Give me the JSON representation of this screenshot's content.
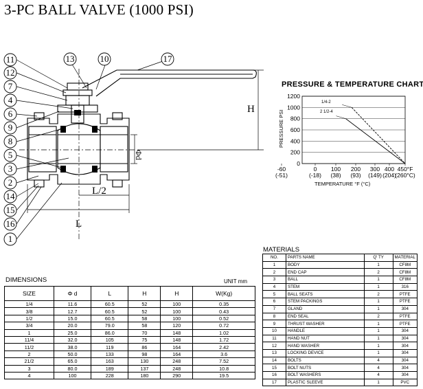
{
  "title": "3-PC BALL VALVE  (1000 PSI)",
  "drawing": {
    "callouts": [
      "11",
      "12",
      "7",
      "4",
      "6",
      "9",
      "8",
      "5",
      "3",
      "2",
      "14",
      "15",
      "16",
      "1",
      "13",
      "10",
      "17"
    ],
    "dim_H": "H",
    "dim_L": "L",
    "dim_L2": "L/2",
    "dim_d": "Φd"
  },
  "chart": {
    "title": "PRESSURE & TEMPERATURE CHART",
    "ylabel": "PRESSURE PSI",
    "xlabel": "TEMPERATURE °F (°C)",
    "yticks": [
      "1200",
      "1000",
      "800",
      "600",
      "400",
      "200",
      "0"
    ],
    "xticks_f": [
      "-60",
      "0",
      "100",
      "200",
      "300",
      "400",
      "450°F"
    ],
    "xticks_c": [
      "(-51)",
      "(-18)",
      "(38)",
      "(93)",
      "(149)",
      "(204)",
      "(260°C)"
    ],
    "line1_label": "1/4-2",
    "line2_label": "2 1/2-4"
  },
  "chart_data": {
    "type": "line",
    "title": "PRESSURE & TEMPERATURE CHART",
    "xlabel": "TEMPERATURE °F (°C)",
    "ylabel": "PRESSURE PSI",
    "xlim": [
      -60,
      450
    ],
    "ylim": [
      0,
      1200
    ],
    "series": [
      {
        "name": "1/4-2",
        "x": [
          180,
          450
        ],
        "y": [
          1000,
          0
        ]
      },
      {
        "name": "2 1/2-4",
        "x": [
          150,
          450
        ],
        "y": [
          800,
          0
        ]
      }
    ]
  },
  "dimensions": {
    "title": "DIMENSIONS",
    "unit": "UNIT mm",
    "headers": [
      "SIZE",
      "Φ d",
      "L",
      "H",
      "H",
      "W(Kg)"
    ],
    "rows": [
      [
        "1/4",
        "11.6",
        "60.5",
        "52",
        "100",
        "0.35"
      ],
      [
        "3/8",
        "12.7",
        "60.5",
        "52",
        "100",
        "0.43"
      ],
      [
        "1/2",
        "15.0",
        "60.5",
        "58",
        "100",
        "0.52"
      ],
      [
        "3/4",
        "20.0",
        "79.0",
        "58",
        "120",
        "0.72"
      ],
      [
        "1",
        "25.0",
        "86.0",
        "70",
        "148",
        "1.02"
      ],
      [
        "11/4",
        "32.0",
        "105",
        "75",
        "148",
        "1.72"
      ],
      [
        "11/2",
        "38.0",
        "119",
        "86",
        "164",
        "2.42"
      ],
      [
        "2",
        "50.0",
        "133",
        "98",
        "164",
        "3.6"
      ],
      [
        "21/2",
        "65.0",
        "163",
        "130",
        "248",
        "7.52"
      ],
      [
        "3",
        "80.0",
        "189",
        "137",
        "248",
        "10.8"
      ],
      [
        "4",
        "100",
        "228",
        "180",
        "290",
        "19.5"
      ]
    ]
  },
  "materials": {
    "title": "MATERIALS",
    "headers": [
      "NO.",
      "PARTS NAME",
      "Q' TY",
      "MATERIAL"
    ],
    "rows": [
      [
        "1",
        "BODY",
        "1",
        "CF8M"
      ],
      [
        "2",
        "END CAP",
        "2",
        "CF8M"
      ],
      [
        "3",
        "BALL",
        "1",
        "CF8M"
      ],
      [
        "4",
        "STEM",
        "1",
        "316"
      ],
      [
        "5",
        "BALL SEATS",
        "2",
        "PTFE"
      ],
      [
        "6",
        "STEM PACKINGS",
        "1",
        "PTFE"
      ],
      [
        "7",
        "GLAND",
        "1",
        "304"
      ],
      [
        "8",
        "END SEAL",
        "2",
        "PTFE"
      ],
      [
        "9",
        "THRUST WASHER",
        "1",
        "PTFE"
      ],
      [
        "10",
        "HANDLE",
        "1",
        "304"
      ],
      [
        "11",
        "HAND NUT",
        "1",
        "304"
      ],
      [
        "12",
        "HAND WASHER",
        "1",
        "304"
      ],
      [
        "13",
        "LOCKING  DEVICE",
        "1",
        "304"
      ],
      [
        "14",
        "BOLTS",
        "4",
        "304"
      ],
      [
        "15",
        "BOLT  NUTS",
        "4",
        "304"
      ],
      [
        "16",
        "BOLT  WASHERS",
        "4",
        "304"
      ],
      [
        "17",
        "PLASTIC SLEEVE",
        "1",
        "PVC"
      ]
    ]
  }
}
